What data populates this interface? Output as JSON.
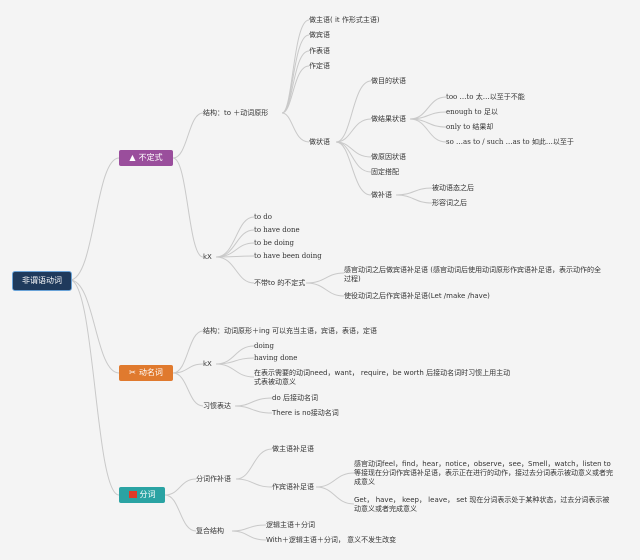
{
  "root": {
    "label": "非谓语动词"
  },
  "infinitive": {
    "label": "不定式",
    "icon": "triangle-icon",
    "structure": "结构：to ＋动词原形",
    "subject": "做主语( it 作形式主语)",
    "object": "做宾语",
    "attributive": "作表语",
    "definite": "作定语",
    "adverbial": "做状语",
    "purpose": "做目的状语",
    "result": "做结果状语",
    "too": "too …to 太…以至于不能",
    "enough": "enough to 足以",
    "only": "only to 结果却",
    "so_as": "so …as to / such …as to 如此…以至于",
    "cause": "做原因状语",
    "fixed": "固定搭配",
    "complement": "做补语",
    "passive_after": "被动语态之后",
    "adj_after": "形容词之后",
    "forms_label": "kX",
    "forms": [
      "to do",
      "to have done",
      "to be doing",
      "to have been doing"
    ],
    "no_to": "不带to 的不定式",
    "no_to_1": "感官动词之后做宾语补足语 (感官动词后使用动词原形作宾语补足语，表示动作的全过程)",
    "no_to_2": "使役动词之后作宾语补足语(Let /make /have)"
  },
  "gerund": {
    "label": "动名词",
    "icon": "tools-icon",
    "structure": "结构：动词原形＋ing 可以充当主语，宾语，表语，定语",
    "forms_label": "kX",
    "forms": [
      "doing",
      "having done"
    ],
    "need_note": "在表示需要的动词need，want， require，be worth 后接动名词时习惯上用主动式表被动意义",
    "habit": "习惯表达",
    "habit_1": "do 后接动名词",
    "habit_2": "There is no接动名词"
  },
  "participle": {
    "label": "分词",
    "icon": "red-square-icon",
    "complement": "分词作补语",
    "subj_comp": "做主语补足语",
    "obj_comp": "作宾语补足语",
    "obj_comp_1": "感官动词feel，find，hear，notice，observe，see，Smell，watch，listen to等接现在分词作宾语补足语，表示正在进行的动作，接过去分词表示被动意义或者完成意义",
    "obj_comp_2": "Get， have， keep， leave， set 现在分词表示处于某种状态，过去分词表示被动意义或者完成意义",
    "compound": "复合结构",
    "compound_1": "逻辑主语＋分词",
    "compound_2": "With＋逻辑主语＋分词， 意义不发生改变"
  }
}
